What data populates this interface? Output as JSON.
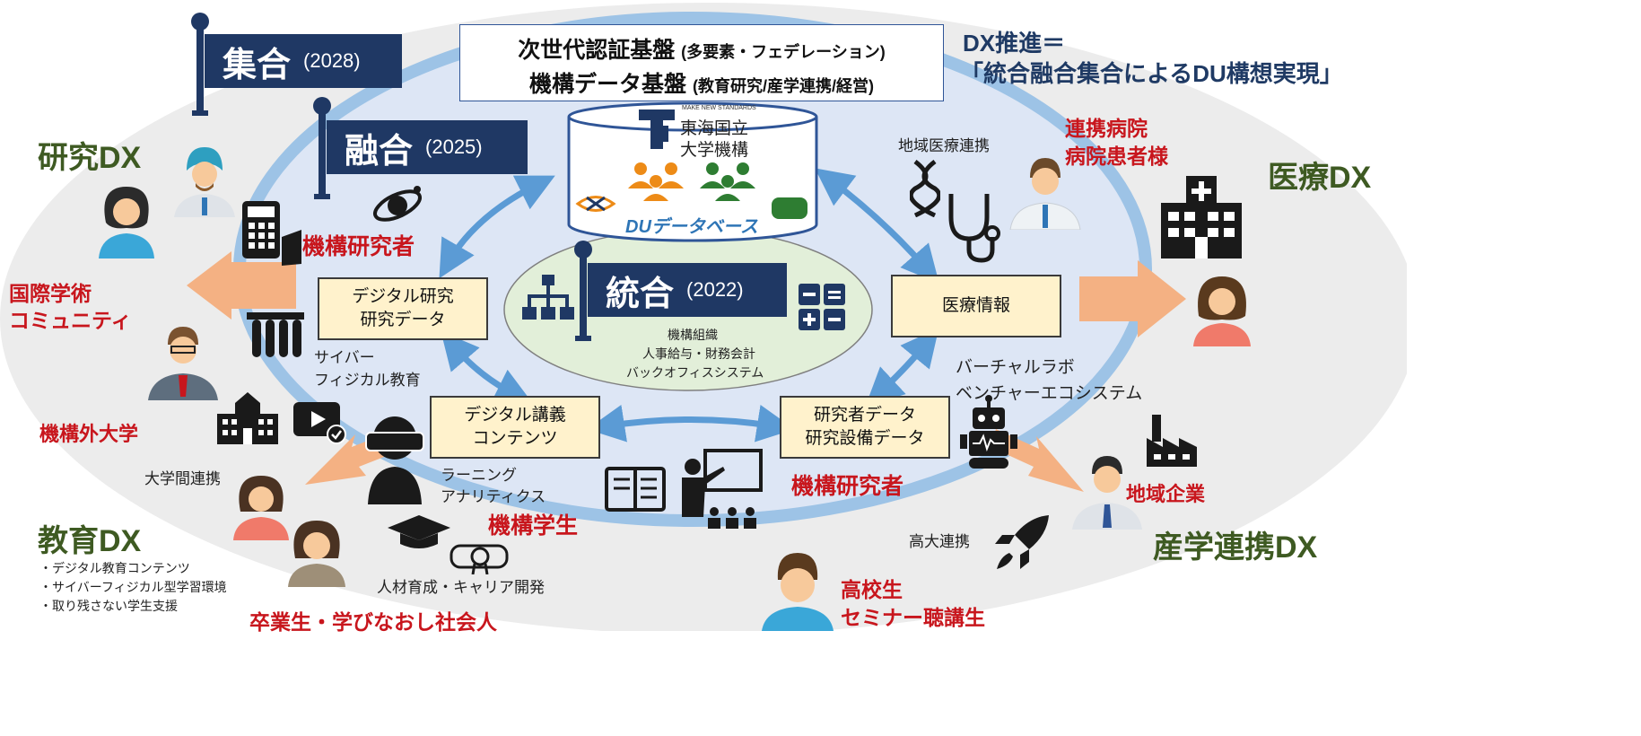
{
  "title_box": {
    "line1": "次世代認証基盤",
    "line1_sub": "(多要素・フェデレーション)",
    "line2": "機構データ基盤",
    "line2_sub": "(教育研究/産学連携/経営)"
  },
  "dx_promotion": {
    "line1": "DX推進＝",
    "line2": "「統合融合集合によるDU構想実現」"
  },
  "flags": {
    "shugo": {
      "label": "集合",
      "year": "(2028)"
    },
    "yugo": {
      "label": "融合",
      "year": "(2025)"
    },
    "togo": {
      "label": "統合",
      "year": "(2022)"
    }
  },
  "database": {
    "logo_tagline": "MAKE NEW STANDARDS",
    "logo_line1": "東海国立",
    "logo_line2": "大学機構",
    "db_label": "DUデータベース"
  },
  "center": {
    "line1": "機構組織",
    "line2": "人事給与・財務会計",
    "line3": "バックオフィスシステム"
  },
  "boxes": {
    "digital_research": {
      "line1": "デジタル研究",
      "line2": "研究データ"
    },
    "medical_info": {
      "line1": "医療情報"
    },
    "digital_lecture": {
      "line1": "デジタル講義",
      "line2": "コンテンツ"
    },
    "researcher_data": {
      "line1": "研究者データ",
      "line2": "研究設備データ"
    }
  },
  "domains": {
    "research": "研究DX",
    "medical": "医療DX",
    "education": "教育DX",
    "industry": "産学連携DX"
  },
  "red_labels": {
    "kikou_researcher_top": "機構研究者",
    "international": "国際学術",
    "international2": "コミュニティ",
    "other_univ": "機構外大学",
    "partner_hospital1": "連携病院",
    "partner_hospital2": "病院患者様",
    "kikou_researcher_bottom": "機構研究者",
    "kikou_student": "機構学生",
    "local_company": "地域企業",
    "high_school1": "高校生",
    "high_school2": "セミナー聴講生",
    "graduates": "卒業生・学びなおし社会人"
  },
  "dark_labels": {
    "cyber1": "サイバー",
    "cyber2": "フィジカル教育",
    "regional_medical": "地域医療連携",
    "virtual1": "バーチャルラボ",
    "virtual2": "ベンチャーエコシステム",
    "inter_univ": "大学間連携",
    "learning1": "ラーニング",
    "learning2": "アナリティクス",
    "hs_univ": "高大連携",
    "talent": "人材育成・キャリア開発"
  },
  "education_bullets": [
    "・デジタル教育コンテンツ",
    "・サイバーフィジカル型学習環境",
    "・取り残さない学生支援"
  ],
  "colors": {
    "navy": "#1f3864",
    "red": "#c8161d",
    "green": "#3e5a22",
    "outer_ellipse": "#ececec",
    "inner_ellipse": "#dde6f5",
    "ring": "#9dc3e6",
    "box_fill": "#fff2cc",
    "center_fill": "#e2efd9",
    "arrow_blue": "#5b9bd5",
    "arrow_orange": "#f4b183",
    "orange_person": "#ed8b17",
    "green_person": "#2e7d32"
  },
  "icons": [
    "person-icon",
    "hospital-icon",
    "calculator-icon",
    "galaxy-icon",
    "test-tubes-icon",
    "school-icon",
    "video-play-icon",
    "vr-headset-icon",
    "graduation-cap-icon",
    "diploma-icon",
    "book-icon",
    "teacher-icon",
    "robot-icon",
    "factory-icon",
    "rocket-icon",
    "dna-icon",
    "stethoscope-icon",
    "org-chart-icon",
    "calc-pad-icon"
  ]
}
